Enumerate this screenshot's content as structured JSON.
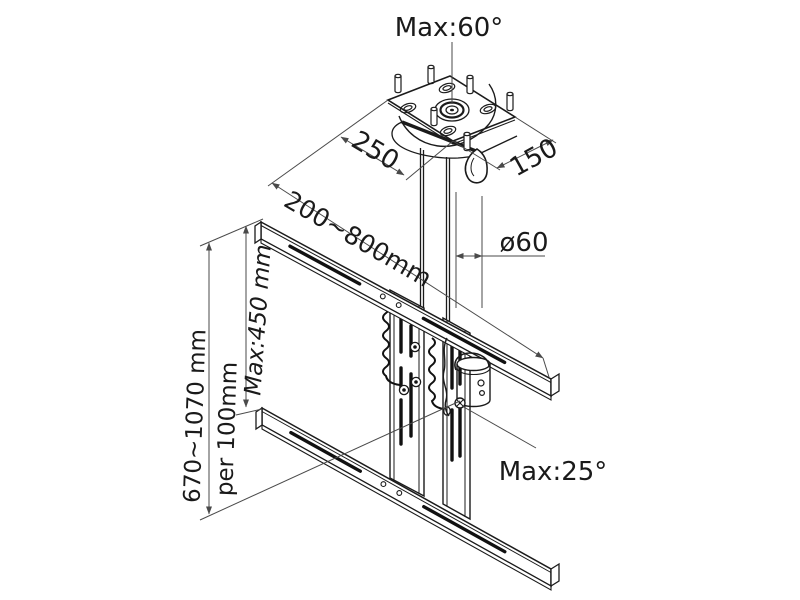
{
  "palette": {
    "background": "#ffffff",
    "line": "#1b1b1b",
    "dimension_line": "#4a4a4a"
  },
  "labels": {
    "swivel_max": "Max:60°",
    "plate_side_left": "250",
    "plate_side_right": "150",
    "rail_width_range": "200~800mm",
    "pole_diameter": "ø60",
    "bracket_height_max": "Max:450 mm",
    "drop_height_range": "670~1070 mm",
    "drop_height_step": "per 100mm",
    "tilt_max": "Max:25°"
  }
}
